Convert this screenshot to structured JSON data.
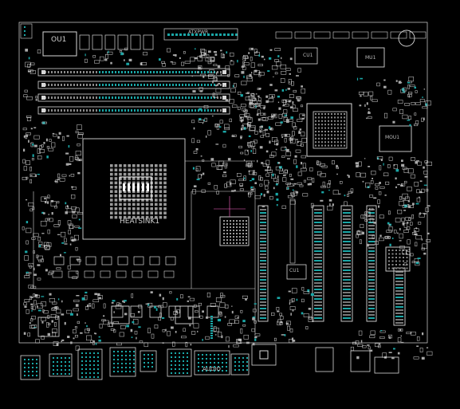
{
  "labels": {
    "ou1": "OU1",
    "heatsink": "HEATSINK1",
    "cu1_top": "CU1",
    "cu1_slot": "CU1",
    "mu1": "MU1",
    "mou1": "MOU1",
    "audio": "AUDIO",
    "pwr": "ATXPWR"
  },
  "colors": {
    "background": "#000000",
    "silkscreen": "#d8d8d8",
    "pin": "#1aa7a7",
    "accent": "#ff66cc"
  }
}
